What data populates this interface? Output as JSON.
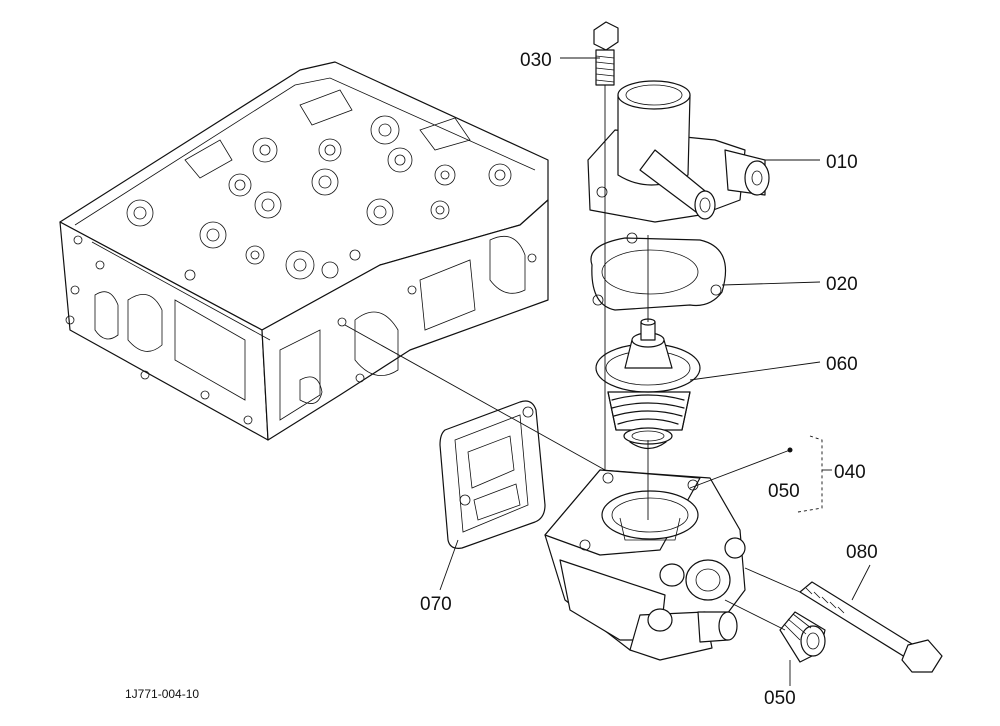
{
  "callouts": {
    "c030": "030",
    "c010": "010",
    "c020": "020",
    "c060": "060",
    "c040": "040",
    "c050_kit": "050",
    "c070": "070",
    "c080": "080",
    "c050_plug": "050"
  },
  "figure_code": "1J771-004-10"
}
